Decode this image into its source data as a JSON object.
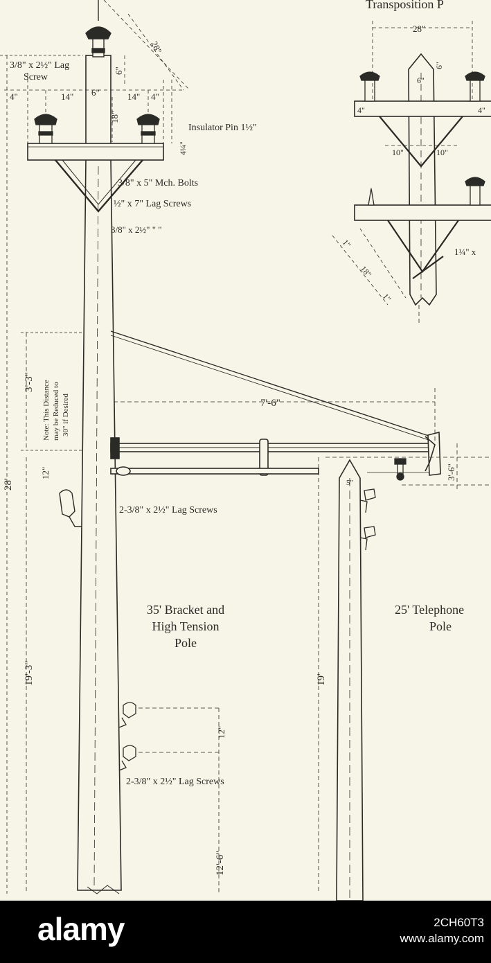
{
  "colors": {
    "paper": "#f7f5e7",
    "ink": "#2a2a26",
    "footer_bg": "#000000",
    "footer_text": "#ffffff"
  },
  "title_fragment": "Transposition P",
  "dims": {
    "lag_screw_top_a": "3/8\" x 2½\" Lag",
    "lag_screw_top_b": "Screw",
    "d_4a": "4\"",
    "d_14a": "14\"",
    "d_6": "6\"",
    "d_14b": "14\"",
    "d_4b": "4\"",
    "d_18": "18\"",
    "d_6_vert": "6\"",
    "d_28_diag": "28\"",
    "insulator_pin": "Insulator Pin 1½\"",
    "d_4_1_4": "4¼\"",
    "mch_bolts": "3/8\" x 5\" Mch. Bolts",
    "lag_7": "½\" x 7\" Lag Screws",
    "lag_2_5": "3/8\" x 2½\"  \"   \"",
    "t_28": "28\"",
    "t_6": "6\"",
    "t_6v": "6\"",
    "t_4a": "4\"",
    "t_4b": "4\"",
    "t_10a": "10\"",
    "t_10b": "10\"",
    "t_1a": "1\"",
    "t_18": "18\"",
    "t_1b": "1\"",
    "t_bolt": "1¼\" x",
    "d_3_3": "3'-3\"",
    "note_l1": "Note: This Distance",
    "note_l2": "may be Reduced to",
    "note_l3": "30\" if Desired",
    "d_7_6": "7'-6\"",
    "d_12a": "12\"",
    "d_28_left": "28'",
    "d_3_6": "3'-6\"",
    "d_5": "5\"",
    "lag_pair_a": "2-3/8\" x 2½\" Lag Screws",
    "d_19_3": "19'-3\"",
    "d_19": "19'",
    "d_12b": "12\"",
    "lag_pair_b": "2-3/8\" x 2½\" Lag Screws",
    "d_12_6": "12'-6\""
  },
  "captions": {
    "bracket_pole_l1": "35' Bracket and",
    "bracket_pole_l2": "High Tension",
    "bracket_pole_l3": "Pole",
    "telephone_pole_l1": "25' Telephone",
    "telephone_pole_l2": "Pole"
  },
  "watermark": {
    "logo": "alamy",
    "image_id": "2CH60T3",
    "site": "www.alamy.com"
  }
}
